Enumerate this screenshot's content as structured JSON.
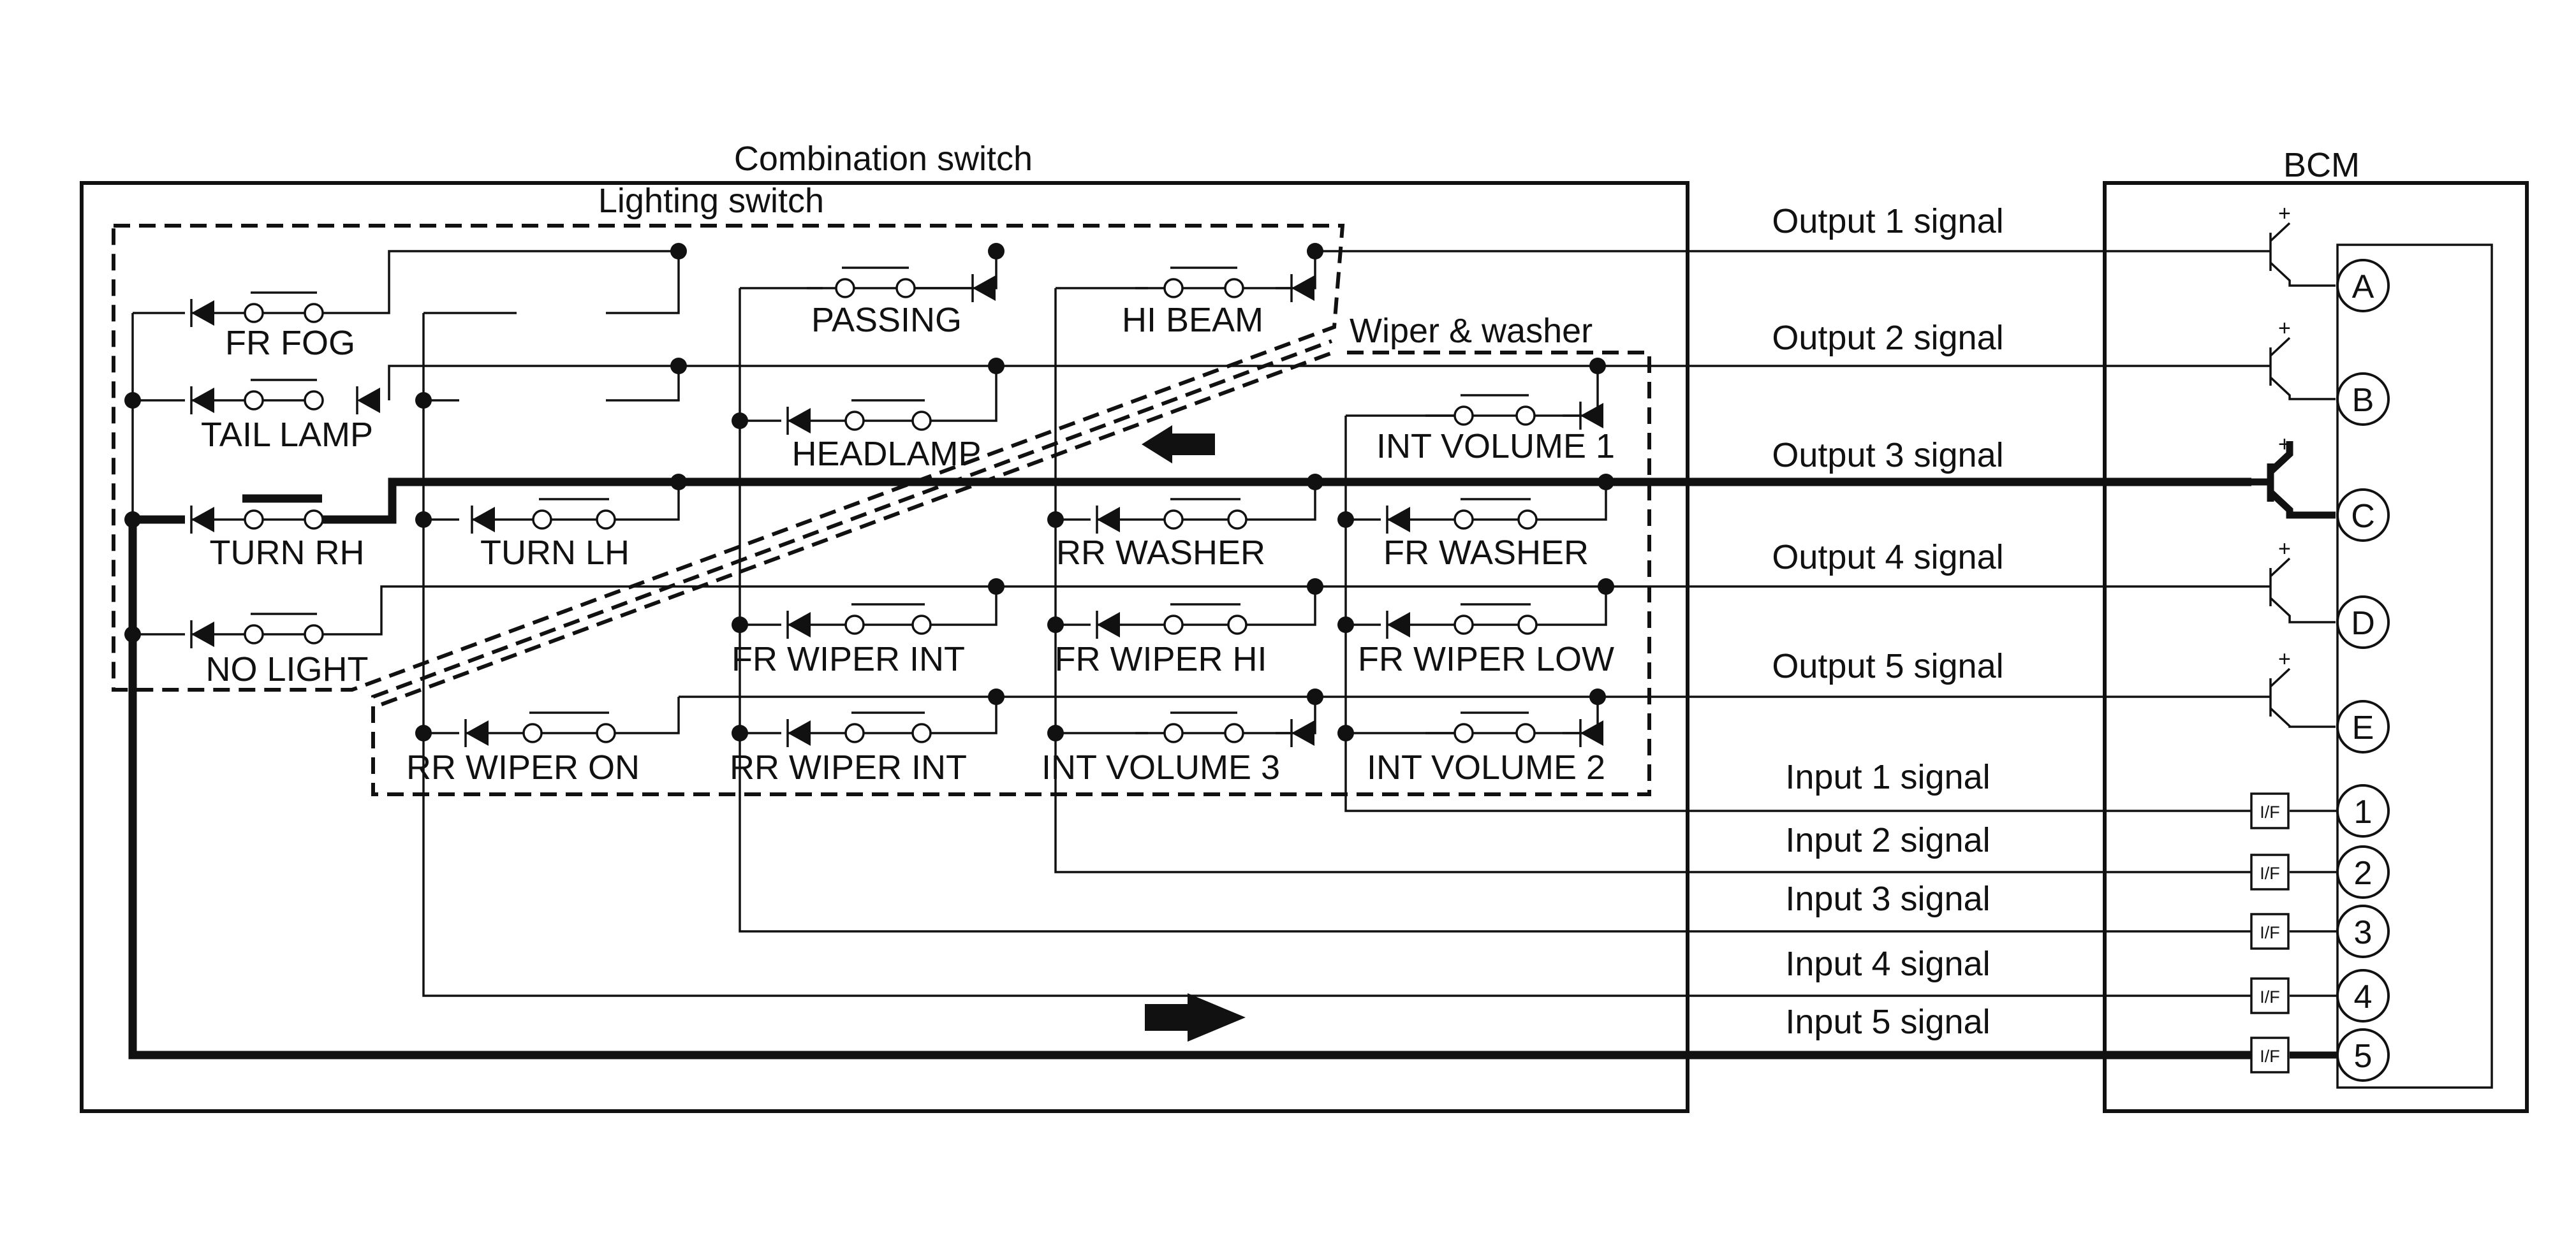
{
  "combination_switch": {
    "title": "Combination switch",
    "lighting_switch_label": "Lighting switch",
    "wiper_washer_label": "Wiper & washer"
  },
  "bcm": {
    "title": "BCM",
    "outputs": [
      {
        "terminal": "A",
        "label": "Output 1 signal"
      },
      {
        "terminal": "B",
        "label": "Output 2 signal"
      },
      {
        "terminal": "C",
        "label": "Output 3 signal"
      },
      {
        "terminal": "D",
        "label": "Output 4 signal"
      },
      {
        "terminal": "E",
        "label": "Output 5 signal"
      }
    ],
    "inputs": [
      {
        "terminal": "1",
        "label": "Input 1 signal"
      },
      {
        "terminal": "2",
        "label": "Input 2 signal"
      },
      {
        "terminal": "3",
        "label": "Input 3 signal"
      },
      {
        "terminal": "4",
        "label": "Input 4 signal"
      },
      {
        "terminal": "5",
        "label": "Input 5 signal"
      }
    ],
    "interface_label": "I/F",
    "plus_sign": "+"
  },
  "switches": {
    "fr_fog": "FR FOG",
    "tail_lamp": "TAIL LAMP",
    "turn_rh": "TURN RH",
    "no_light": "NO LIGHT",
    "turn_lh": "TURN LH",
    "passing": "PASSING",
    "headlamp": "HEADLAMP",
    "hi_beam": "HI BEAM",
    "int_volume_1": "INT VOLUME 1",
    "rr_washer": "RR WASHER",
    "fr_washer": "FR WASHER",
    "fr_wiper_int": "FR WIPER INT",
    "fr_wiper_hi": "FR WIPER HI",
    "fr_wiper_low": "FR WIPER LOW",
    "rr_wiper_on": "RR WIPER ON",
    "rr_wiper_int": "RR WIPER INT",
    "int_volume_3": "INT VOLUME 3",
    "int_volume_2": "INT VOLUME 2"
  },
  "active_path": "Output 3 signal → TURN RH → Input 5 signal",
  "colors": {
    "line": "#111111",
    "background": "#ffffff"
  }
}
